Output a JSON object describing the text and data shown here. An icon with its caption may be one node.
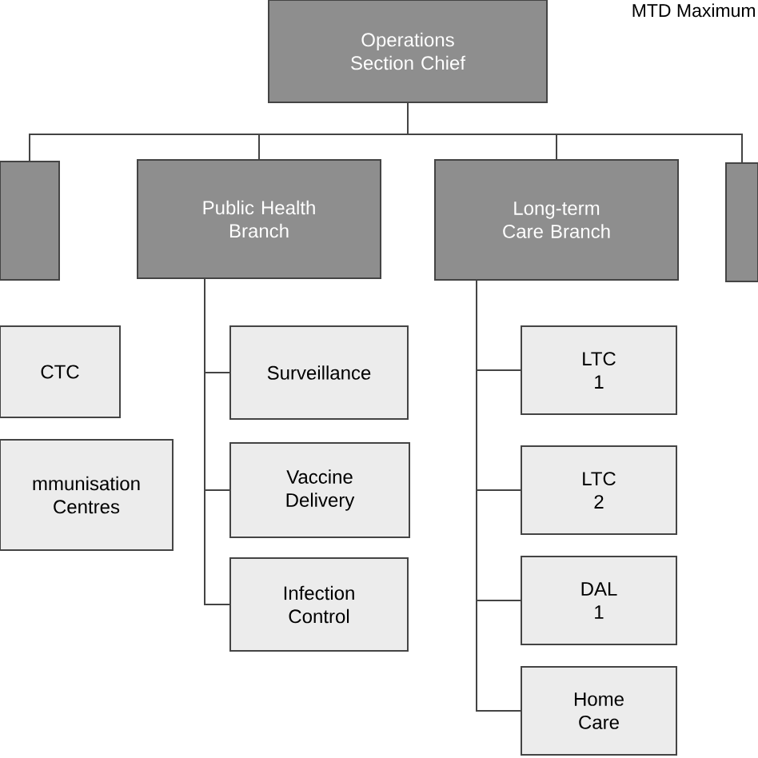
{
  "diagram": {
    "nodes": [
      {
        "text": [
          "Operations Section Chief"
        ]
      },
      {
        "text": [],
        "shape": "box"
      },
      {
        "text": [
          "Public Health Branch"
        ]
      },
      {
        "text": [
          "Long-term Care Branch"
        ]
      },
      {
        "text": [],
        "shape": "box"
      },
      {
        "text": [
          "CTC"
        ]
      },
      {
        "text": [
          "mmunisation Centres"
        ]
      },
      {
        "text": [
          "Surveillance"
        ]
      },
      {
        "text": [
          "Vaccine Delivery"
        ]
      },
      {
        "text": [
          "Infection Control"
        ]
      },
      {
        "text": [
          "LTC 1"
        ]
      },
      {
        "text": [
          "LTC 2"
        ]
      },
      {
        "text": [
          "DAL 1"
        ]
      },
      {
        "text": [
          "Home Care"
        ]
      }
    ],
    "edges": [
      {
        "from": 0,
        "to": 1,
        "arrow": "none"
      },
      {
        "from": 0,
        "to": 2,
        "arrow": "none"
      },
      {
        "from": 0,
        "to": 3,
        "arrow": "none"
      },
      {
        "from": 0,
        "to": 4,
        "arrow": "none"
      },
      {
        "from": 2,
        "to": 7,
        "arrow": "none"
      },
      {
        "from": 2,
        "to": 8,
        "arrow": "none"
      },
      {
        "from": 2,
        "to": 9,
        "arrow": "none"
      },
      {
        "from": 3,
        "to": 10,
        "arrow": "none"
      },
      {
        "from": 3,
        "to": 11,
        "arrow": "none"
      },
      {
        "from": 3,
        "to": 12,
        "arrow": "none"
      },
      {
        "from": 3,
        "to": 13,
        "arrow": "none"
      }
    ],
    "labels": [
      "MTD Maximum"
    ]
  }
}
